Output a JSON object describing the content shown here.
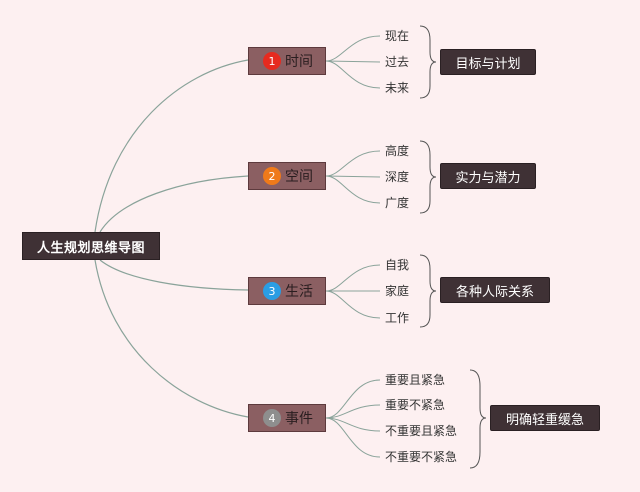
{
  "root": {
    "label": "人生规划思维导图"
  },
  "branches": [
    {
      "number": "1",
      "label": "时间",
      "badge_color": "#e62a1f",
      "leaves": [
        "现在",
        "过去",
        "未来"
      ],
      "summary": "目标与计划"
    },
    {
      "number": "2",
      "label": "空间",
      "badge_color": "#ef7a1a",
      "leaves": [
        "高度",
        "深度",
        "广度"
      ],
      "summary": "实力与潜力"
    },
    {
      "number": "3",
      "label": "生活",
      "badge_color": "#2a9de4",
      "leaves": [
        "自我",
        "家庭",
        "工作"
      ],
      "summary": "各种人际关系"
    },
    {
      "number": "4",
      "label": "事件",
      "badge_color": "#8e8e8e",
      "leaves": [
        "重要且紧急",
        "重要不紧急",
        "不重要且紧急",
        "不重要不紧急"
      ],
      "summary": "明确轻重缓急"
    }
  ],
  "colors": {
    "background": "#fdf0f1",
    "line": "#8aa39a",
    "bracket": "#555555"
  }
}
